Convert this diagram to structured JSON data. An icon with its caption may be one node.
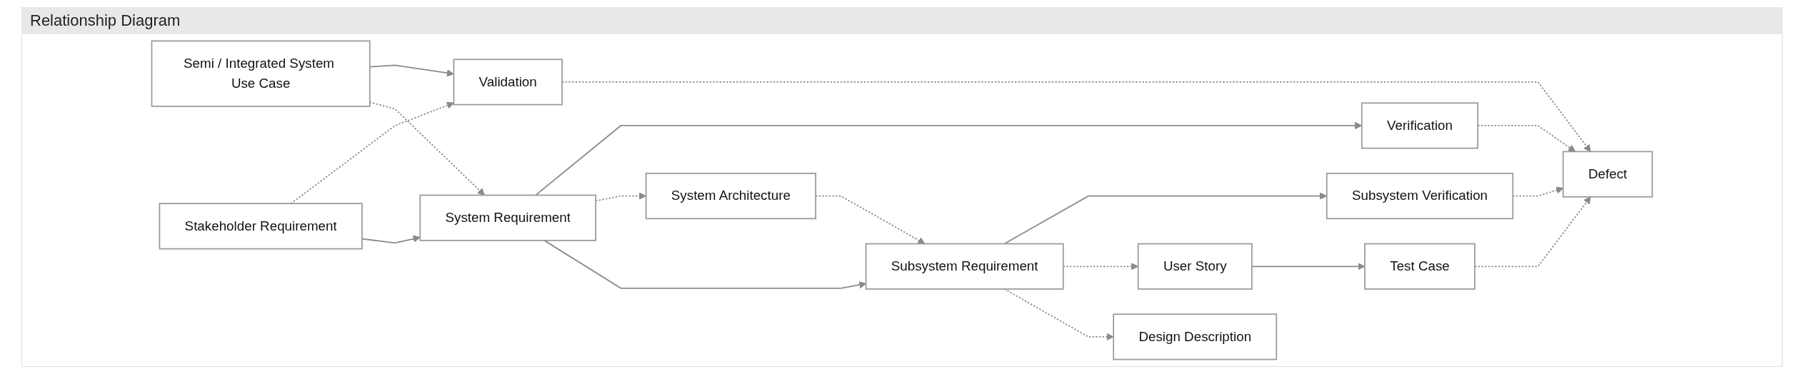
{
  "diagram": {
    "title": "Relationship Diagram",
    "nodes": [
      {
        "text": [
          "Semi / Integrated System Use Case"
        ]
      },
      {
        "text": [
          "Validation"
        ]
      },
      {
        "text": [
          "Verification"
        ]
      },
      {
        "text": [
          "Stakeholder Requirement"
        ]
      },
      {
        "text": [
          "System Requirement"
        ]
      },
      {
        "text": [
          "System Architecture"
        ]
      },
      {
        "text": [
          "Subsystem Verification"
        ]
      },
      {
        "text": [
          "Subsystem Requirement"
        ]
      },
      {
        "text": [
          "User Story"
        ]
      },
      {
        "text": [
          "Test Case"
        ]
      },
      {
        "text": [
          "Defect"
        ]
      },
      {
        "text": [
          "Design Description"
        ]
      }
    ],
    "edges": [
      {
        "from": 0,
        "to": 1,
        "arrow": "to"
      },
      {
        "from": 0,
        "to": 4,
        "arrow": "to",
        "style": "dashed"
      },
      {
        "from": 3,
        "to": 1,
        "arrow": "to",
        "style": "dashed"
      },
      {
        "from": 3,
        "to": 4,
        "arrow": "to"
      },
      {
        "from": 4,
        "to": 2,
        "arrow": "to"
      },
      {
        "from": 4,
        "to": 5,
        "arrow": "to",
        "style": "dashed"
      },
      {
        "from": 4,
        "to": 7,
        "arrow": "to"
      },
      {
        "from": 5,
        "to": 7,
        "arrow": "to",
        "style": "dashed"
      },
      {
        "from": 1,
        "to": 10,
        "arrow": "to",
        "style": "dashed"
      },
      {
        "from": 2,
        "to": 10,
        "arrow": "to",
        "style": "dashed"
      },
      {
        "from": 7,
        "to": 6,
        "arrow": "to"
      },
      {
        "from": 6,
        "to": 10,
        "arrow": "to",
        "style": "dashed"
      },
      {
        "from": 7,
        "to": 8,
        "arrow": "to",
        "style": "dashed"
      },
      {
        "from": 8,
        "to": 9,
        "arrow": "to"
      },
      {
        "from": 9,
        "to": 10,
        "arrow": "to",
        "style": "dashed"
      },
      {
        "from": 7,
        "to": 11,
        "arrow": "to",
        "style": "dashed"
      }
    ]
  }
}
